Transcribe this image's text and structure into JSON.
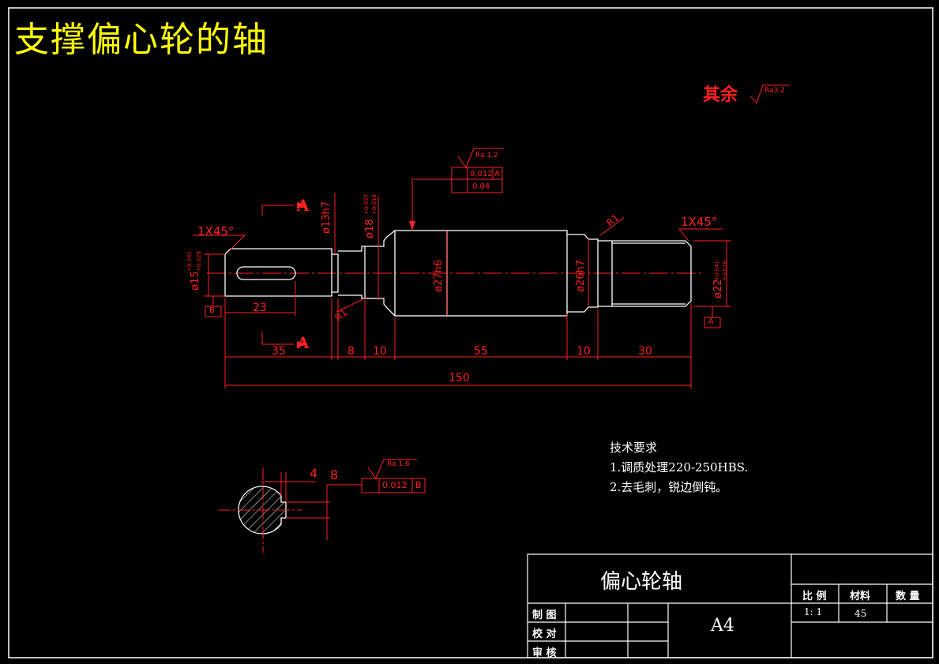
{
  "title": "支撑偏心轮的轴",
  "surface_finish": {
    "label": "其余",
    "value": "Ra3.2"
  },
  "dimensions": {
    "chamfer_left": "1X45°",
    "chamfer_right": "1X45°",
    "d15": "ø15",
    "d15_tol_up": "+0.041",
    "d15_tol_low": "+0.028",
    "d13": "ø13h7",
    "d18": "ø18",
    "d18_tol_up": "+0.037",
    "d18_tol_low": "+0.018",
    "d27": "ø27h6",
    "d26": "ø26h7",
    "d22": "ø22",
    "d22_tol_up": "+0.041",
    "d22_tol_low": "+0.028",
    "r1_left": "R1",
    "r1_right": "R1",
    "key_len": "23",
    "len_35": "35",
    "len_8": "8",
    "len_10a": "10",
    "len_55": "55",
    "len_10b": "10",
    "len_30": "30",
    "len_150": "150",
    "section_a": "A",
    "section_a2": "A",
    "key_width": "4",
    "key_depth": "8"
  },
  "tolerances": {
    "main_ra": "Ra 1.2",
    "main_val1": "0.012",
    "main_ref1": "A",
    "main_val2": "0.04",
    "section_ra": "Ra 1.6",
    "section_val": "0.012",
    "section_ref": "B",
    "datum_b": "B",
    "datum_a": "A"
  },
  "tech_requirements": {
    "heading": "技术要求",
    "item1": "1.调质处理220-250HBS.",
    "item2": "2.去毛刺，锐边倒钝。"
  },
  "title_block": {
    "part_name": "偏心轮轴",
    "drawn": "制 图",
    "checked": "校 对",
    "approved": "审 核",
    "sheet": "A4",
    "scale_label": "比 例",
    "material_label": "材料",
    "qty_label": "数 量",
    "scale_value": "1: 1",
    "material_value": "45"
  },
  "colors": {
    "outline": "#ffffff",
    "dimension": "#ff2020",
    "title": "#ffff00"
  }
}
